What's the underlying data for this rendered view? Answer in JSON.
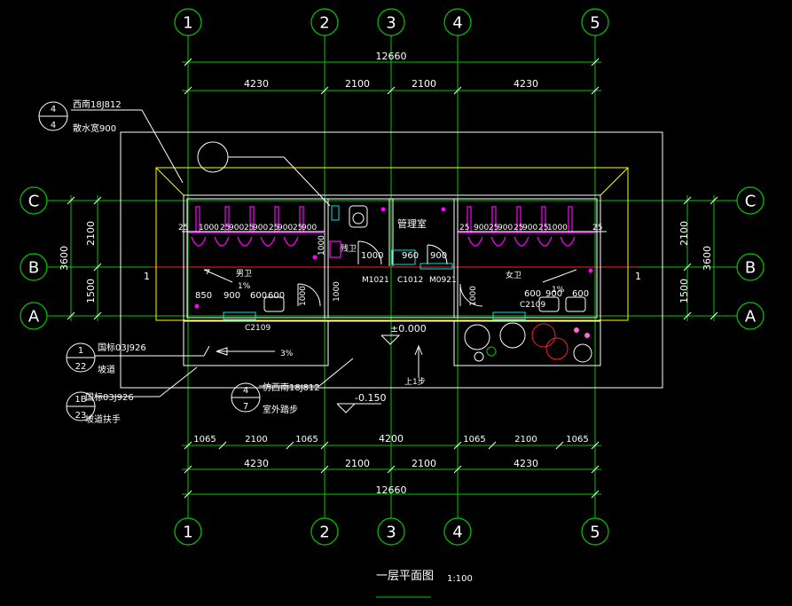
{
  "axes": {
    "vertical": [
      "1",
      "2",
      "3",
      "4",
      "5"
    ],
    "horizontal": [
      "C",
      "B",
      "A"
    ]
  },
  "dimensions": {
    "total": "12660",
    "top_bays": [
      "4230",
      "2100",
      "2100",
      "4230"
    ],
    "bottom_fine": [
      "1065",
      "2100",
      "1065",
      "4200",
      "1065",
      "2100",
      "1065"
    ],
    "bottom_bays": [
      "4230",
      "2100",
      "2100",
      "4230"
    ],
    "left_total": "3600",
    "left_parts": [
      "2100",
      "1500"
    ],
    "right_total": "3600",
    "right_parts": [
      "2100",
      "1500"
    ]
  },
  "partitions_left": [
    "25",
    "1000",
    "25",
    "900",
    "25",
    "900",
    "25",
    "900",
    "25",
    "900"
  ],
  "partitions_right": [
    "25",
    "900",
    "25",
    "900",
    "25",
    "900",
    "25",
    "1000",
    "25"
  ],
  "rooms": {
    "mgmt": "管理室",
    "accessible": "残卫",
    "male": "男卫",
    "female": "女卫"
  },
  "doors": {
    "d1": "1000",
    "d2": "960",
    "d3": "900",
    "m1": "M1021",
    "c1": "C1012",
    "m2": "M0921",
    "v1": "1000",
    "v2": "1000",
    "bv1": "1000",
    "bv2": "1000"
  },
  "small_dims_left": [
    "850",
    "900",
    "600",
    "600"
  ],
  "small_dims_right": [
    "600",
    "900",
    "600"
  ],
  "windows": {
    "left": "C2109",
    "right": "C2109"
  },
  "slopes": {
    "s1": "1%",
    "s2": "1%",
    "ramp": "3%"
  },
  "levels": {
    "floor": "±0.000",
    "outdoor": "-0.150"
  },
  "side_marks": {
    "left": "1",
    "right": "1"
  },
  "up_mark": "上1步",
  "callouts": [
    {
      "num": "4",
      "den": "4",
      "line1": "西南18J812",
      "line2": "散水宽900"
    },
    {
      "num": "1",
      "den": "22",
      "line1": "国标03J926",
      "line2": "坡道"
    },
    {
      "num": "1B",
      "den": "23",
      "line1": "国标03J926",
      "line2": "坡道扶手"
    },
    {
      "num": "4",
      "den": "7",
      "line1": "仿西南18J812",
      "line2": "室外踏步"
    }
  ],
  "title": {
    "main": "一层平面图",
    "scale": "1:100"
  }
}
